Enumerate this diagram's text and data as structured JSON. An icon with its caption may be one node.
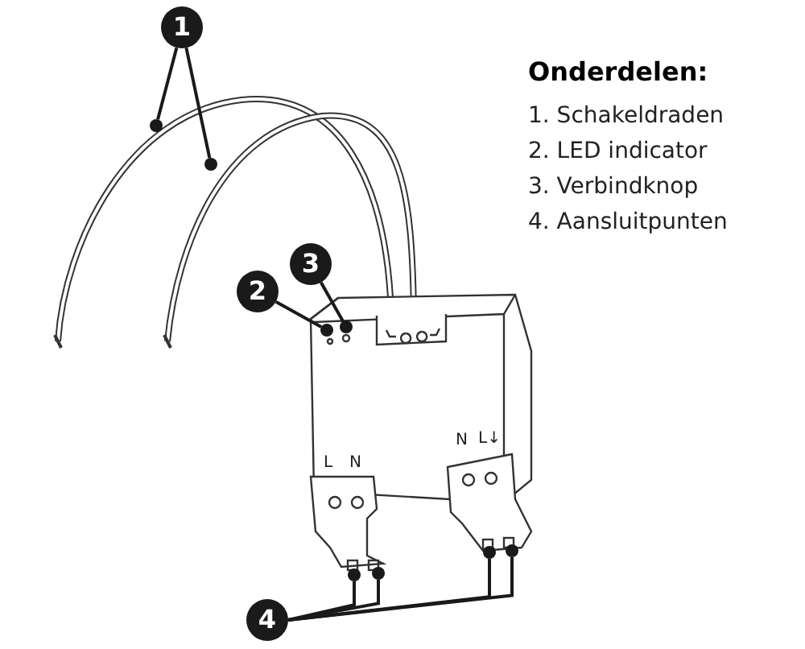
{
  "diagram": {
    "title": "Onderdelen:",
    "nodes": [
      {
        "text": [
          "1"
        ]
      },
      {
        "text": [],
        "shape": "circle"
      },
      {
        "text": [],
        "shape": "circle"
      },
      {
        "text": [
          "2"
        ]
      },
      {
        "text": [],
        "shape": "circle"
      },
      {
        "text": [
          "3"
        ]
      },
      {
        "text": [],
        "shape": "circle"
      },
      {
        "text": [
          "4"
        ]
      },
      {
        "text": [],
        "shape": "circle"
      },
      {
        "text": [],
        "shape": "circle"
      },
      {
        "text": [],
        "shape": "circle"
      },
      {
        "text": [],
        "shape": "circle"
      }
    ],
    "edges": [
      {
        "from": 0,
        "to": 1,
        "arrow": "none"
      },
      {
        "from": 0,
        "to": 2,
        "arrow": "none"
      },
      {
        "from": 3,
        "to": 4,
        "arrow": "none"
      },
      {
        "from": 5,
        "to": 6,
        "arrow": "none"
      },
      {
        "from": 7,
        "to": 8,
        "arrow": "none"
      },
      {
        "from": 7,
        "to": 9,
        "arrow": "none"
      },
      {
        "from": 7,
        "to": 10,
        "arrow": "none"
      },
      {
        "from": 7,
        "to": 11,
        "arrow": "none"
      }
    ],
    "labels": [
      "1. Schakeldraden",
      "2. LED indicator",
      "3. Verbindknop",
      "4. Aansluitpunten",
      "L",
      "N",
      "N",
      "L↓"
    ]
  }
}
